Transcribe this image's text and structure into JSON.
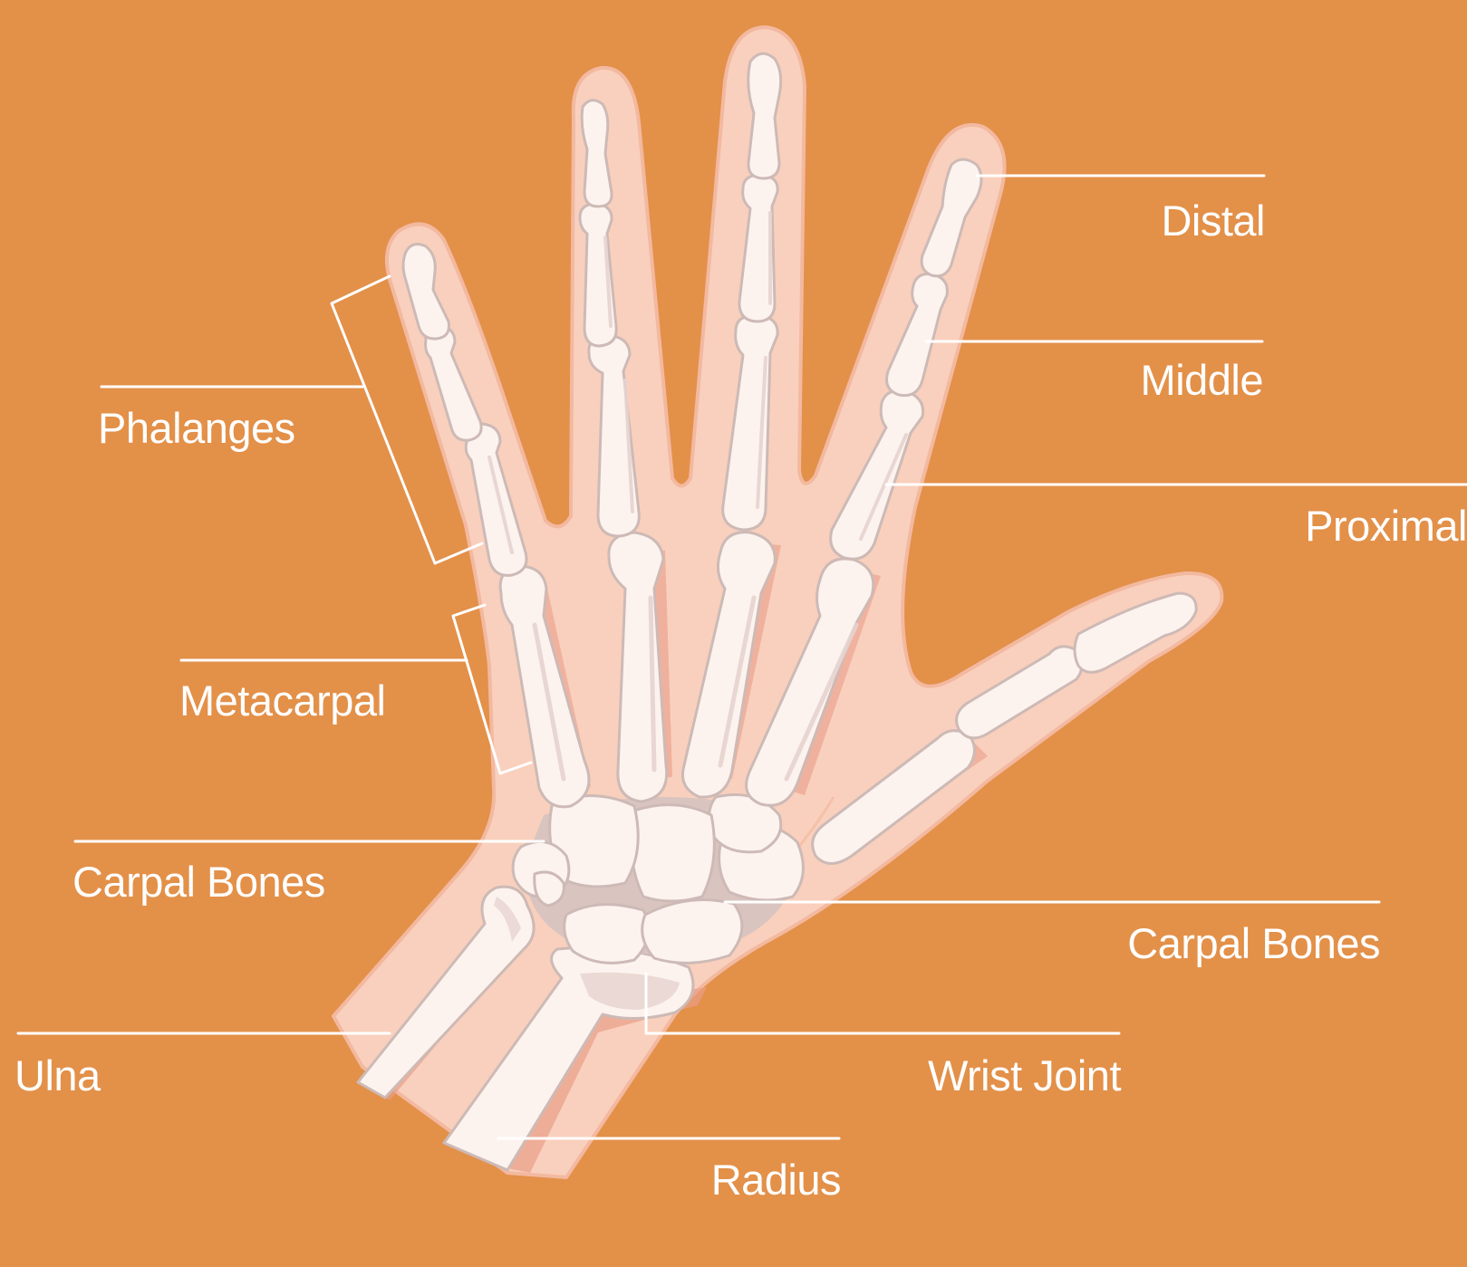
{
  "colors": {
    "background": "#e39049",
    "skin": "#f9d0bd",
    "skin_outline": "#f3b9a0",
    "bone": "#fdf3ee",
    "bone_shade": "#e6d3cf",
    "bone_outline": "#cdbab6",
    "bone_shadow": "#e99e88",
    "leader_line": "#ffffff",
    "label_text": "#ffffff"
  },
  "labels": {
    "phalanges": "Phalanges",
    "metacarpal": "Metacarpal",
    "carpal_bones_left": "Carpal Bones",
    "ulna": "Ulna",
    "distal": "Distal",
    "middle": "Middle",
    "proximal": "Proximal",
    "carpal_bones_right": "Carpal Bones",
    "wrist_joint": "Wrist Joint",
    "radius": "Radius"
  }
}
